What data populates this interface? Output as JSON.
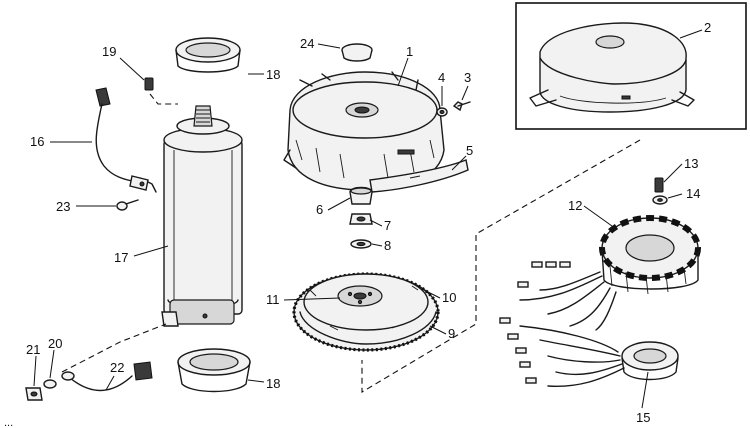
{
  "figure_code": "...",
  "parts": [
    {
      "id": "p1",
      "label": "1"
    },
    {
      "id": "p2",
      "label": "2"
    },
    {
      "id": "p3",
      "label": "3"
    },
    {
      "id": "p4",
      "label": "4"
    },
    {
      "id": "p5",
      "label": "5"
    },
    {
      "id": "p6",
      "label": "6"
    },
    {
      "id": "p7",
      "label": "7"
    },
    {
      "id": "p8",
      "label": "8"
    },
    {
      "id": "p9",
      "label": "9"
    },
    {
      "id": "p10",
      "label": "10"
    },
    {
      "id": "p11",
      "label": "11"
    },
    {
      "id": "p12",
      "label": "12"
    },
    {
      "id": "p13",
      "label": "13"
    },
    {
      "id": "p14",
      "label": "14"
    },
    {
      "id": "p15",
      "label": "15"
    },
    {
      "id": "p16",
      "label": "16"
    },
    {
      "id": "p17",
      "label": "17"
    },
    {
      "id": "p18a",
      "label": "18"
    },
    {
      "id": "p18b",
      "label": "18"
    },
    {
      "id": "p19",
      "label": "19"
    },
    {
      "id": "p20",
      "label": "20"
    },
    {
      "id": "p21",
      "label": "21"
    },
    {
      "id": "p22",
      "label": "22"
    },
    {
      "id": "p23",
      "label": "23"
    },
    {
      "id": "p24",
      "label": "24"
    }
  ]
}
